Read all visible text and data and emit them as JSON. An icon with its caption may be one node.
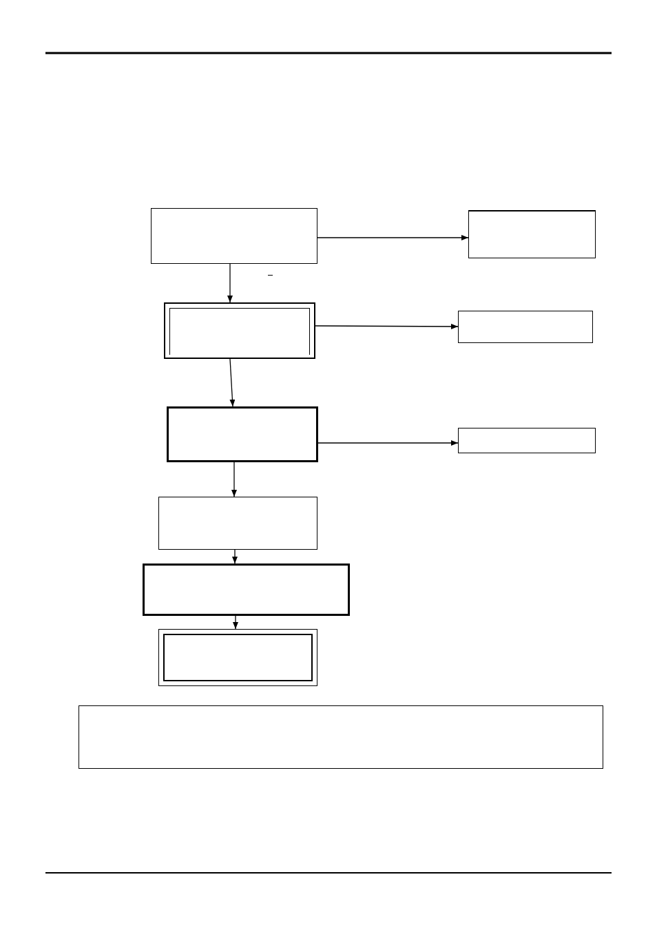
{
  "diagram": {
    "nodes": [
      {
        "text": [],
        "shape": "box"
      },
      {
        "text": [],
        "shape": "box"
      },
      {
        "text": [],
        "shape": "box"
      },
      {
        "text": [],
        "shape": "box"
      },
      {
        "text": [],
        "shape": "box"
      },
      {
        "text": [],
        "shape": "box"
      },
      {
        "text": [],
        "shape": "box"
      },
      {
        "text": [],
        "shape": "box"
      },
      {
        "text": [],
        "shape": "box"
      },
      {
        "text": [],
        "shape": "box"
      }
    ],
    "edges": [
      {
        "from": 0,
        "to": 1,
        "arrow": "to"
      },
      {
        "from": 0,
        "to": 2,
        "arrow": "to"
      },
      {
        "from": 2,
        "to": 3,
        "arrow": "to"
      },
      {
        "from": 2,
        "to": 4,
        "arrow": "to"
      },
      {
        "from": 4,
        "to": 5,
        "arrow": "to"
      },
      {
        "from": 4,
        "to": 6,
        "arrow": "to"
      },
      {
        "from": 6,
        "to": 7,
        "arrow": "to"
      },
      {
        "from": 7,
        "to": 8,
        "arrow": "to"
      }
    ]
  }
}
